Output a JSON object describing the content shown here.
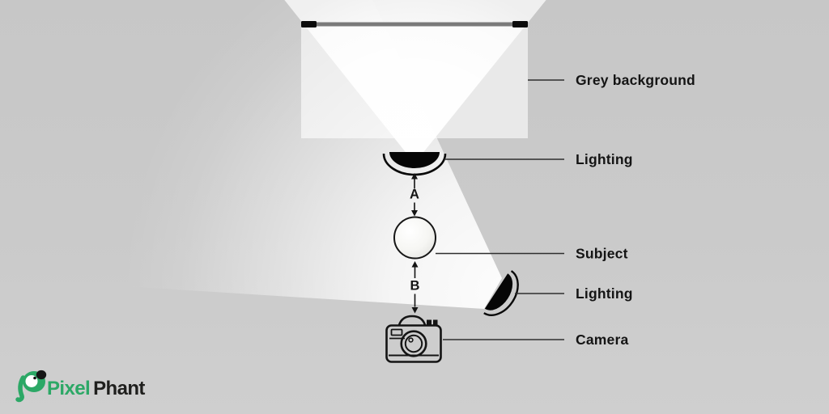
{
  "colors": {
    "background_top": "#c7c7c7",
    "background_bottom": "#cfcfcf",
    "beam_white": "#ffffff",
    "backdrop_grey": "#ebebeb",
    "ink_black": "#141414",
    "annotation_line_grey": "#2e2e2e",
    "bar_grey": "#7a7a7a",
    "bar_cap_black": "#0b0b0b",
    "subject_fill": "#f7f7f4",
    "logo_green": "#2ca866",
    "logo_dark": "#1f1f1d"
  },
  "diagram": {
    "annotations": [
      {
        "label": "Grey background"
      },
      {
        "label": "Lighting"
      },
      {
        "label": "Subject"
      },
      {
        "label": "Lighting"
      },
      {
        "label": "Camera"
      }
    ],
    "distance_markers": [
      {
        "label": "A"
      },
      {
        "label": "B"
      }
    ]
  },
  "logo": {
    "text_primary": "Pixel",
    "text_secondary": "Phant"
  }
}
